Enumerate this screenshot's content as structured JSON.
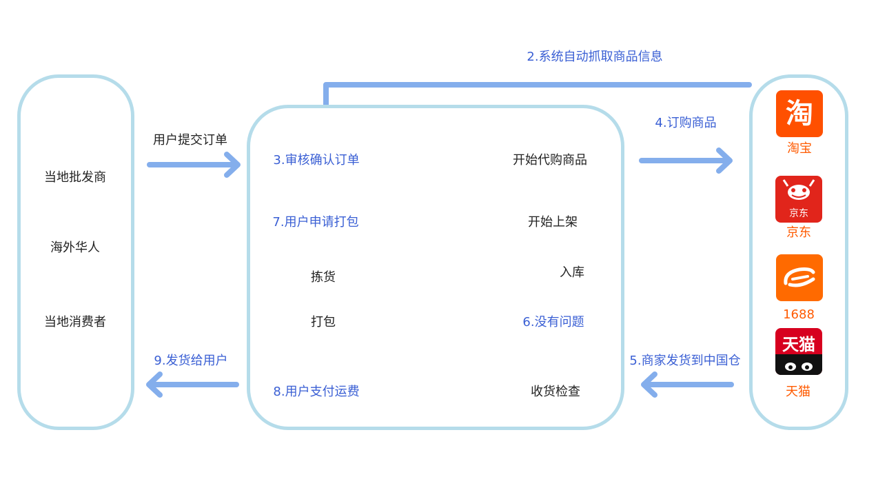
{
  "left_box": {
    "items": [
      "当地批发商",
      "海外华人",
      "当地消费者"
    ]
  },
  "center": {
    "step3": "3.审核确认订单",
    "start_purchase": "开始代购商品",
    "step7": "7.用户申请打包",
    "start_listing": "开始上架",
    "picking": "拣货",
    "packing": "打包",
    "storage": "入库",
    "step6": "6.没有问题",
    "step8": "8.用户支付运费",
    "receive_check": "收货检查"
  },
  "flows": {
    "submit_order": "用户提交订单",
    "step2": "2.系统自动抓取商品信息",
    "step4": "4.订购商品",
    "step5": "5.商家发货到中国仓",
    "step9": "9.发货给用户"
  },
  "platforms": [
    {
      "name": "淘宝",
      "logo_text": "淘",
      "color": "#ff5000"
    },
    {
      "name": "京东",
      "logo_text": "京东",
      "color": "#e1251b"
    },
    {
      "name": "1688",
      "logo_text": "",
      "color": "#ff6a00"
    },
    {
      "name": "天猫",
      "logo_text": "天猫",
      "color": "#d7001f"
    }
  ],
  "colors": {
    "box_border": "#b5dcea",
    "arrow": "#84aeec",
    "blue_text": "#3a5fd4",
    "orange_text": "#ff5a00"
  }
}
